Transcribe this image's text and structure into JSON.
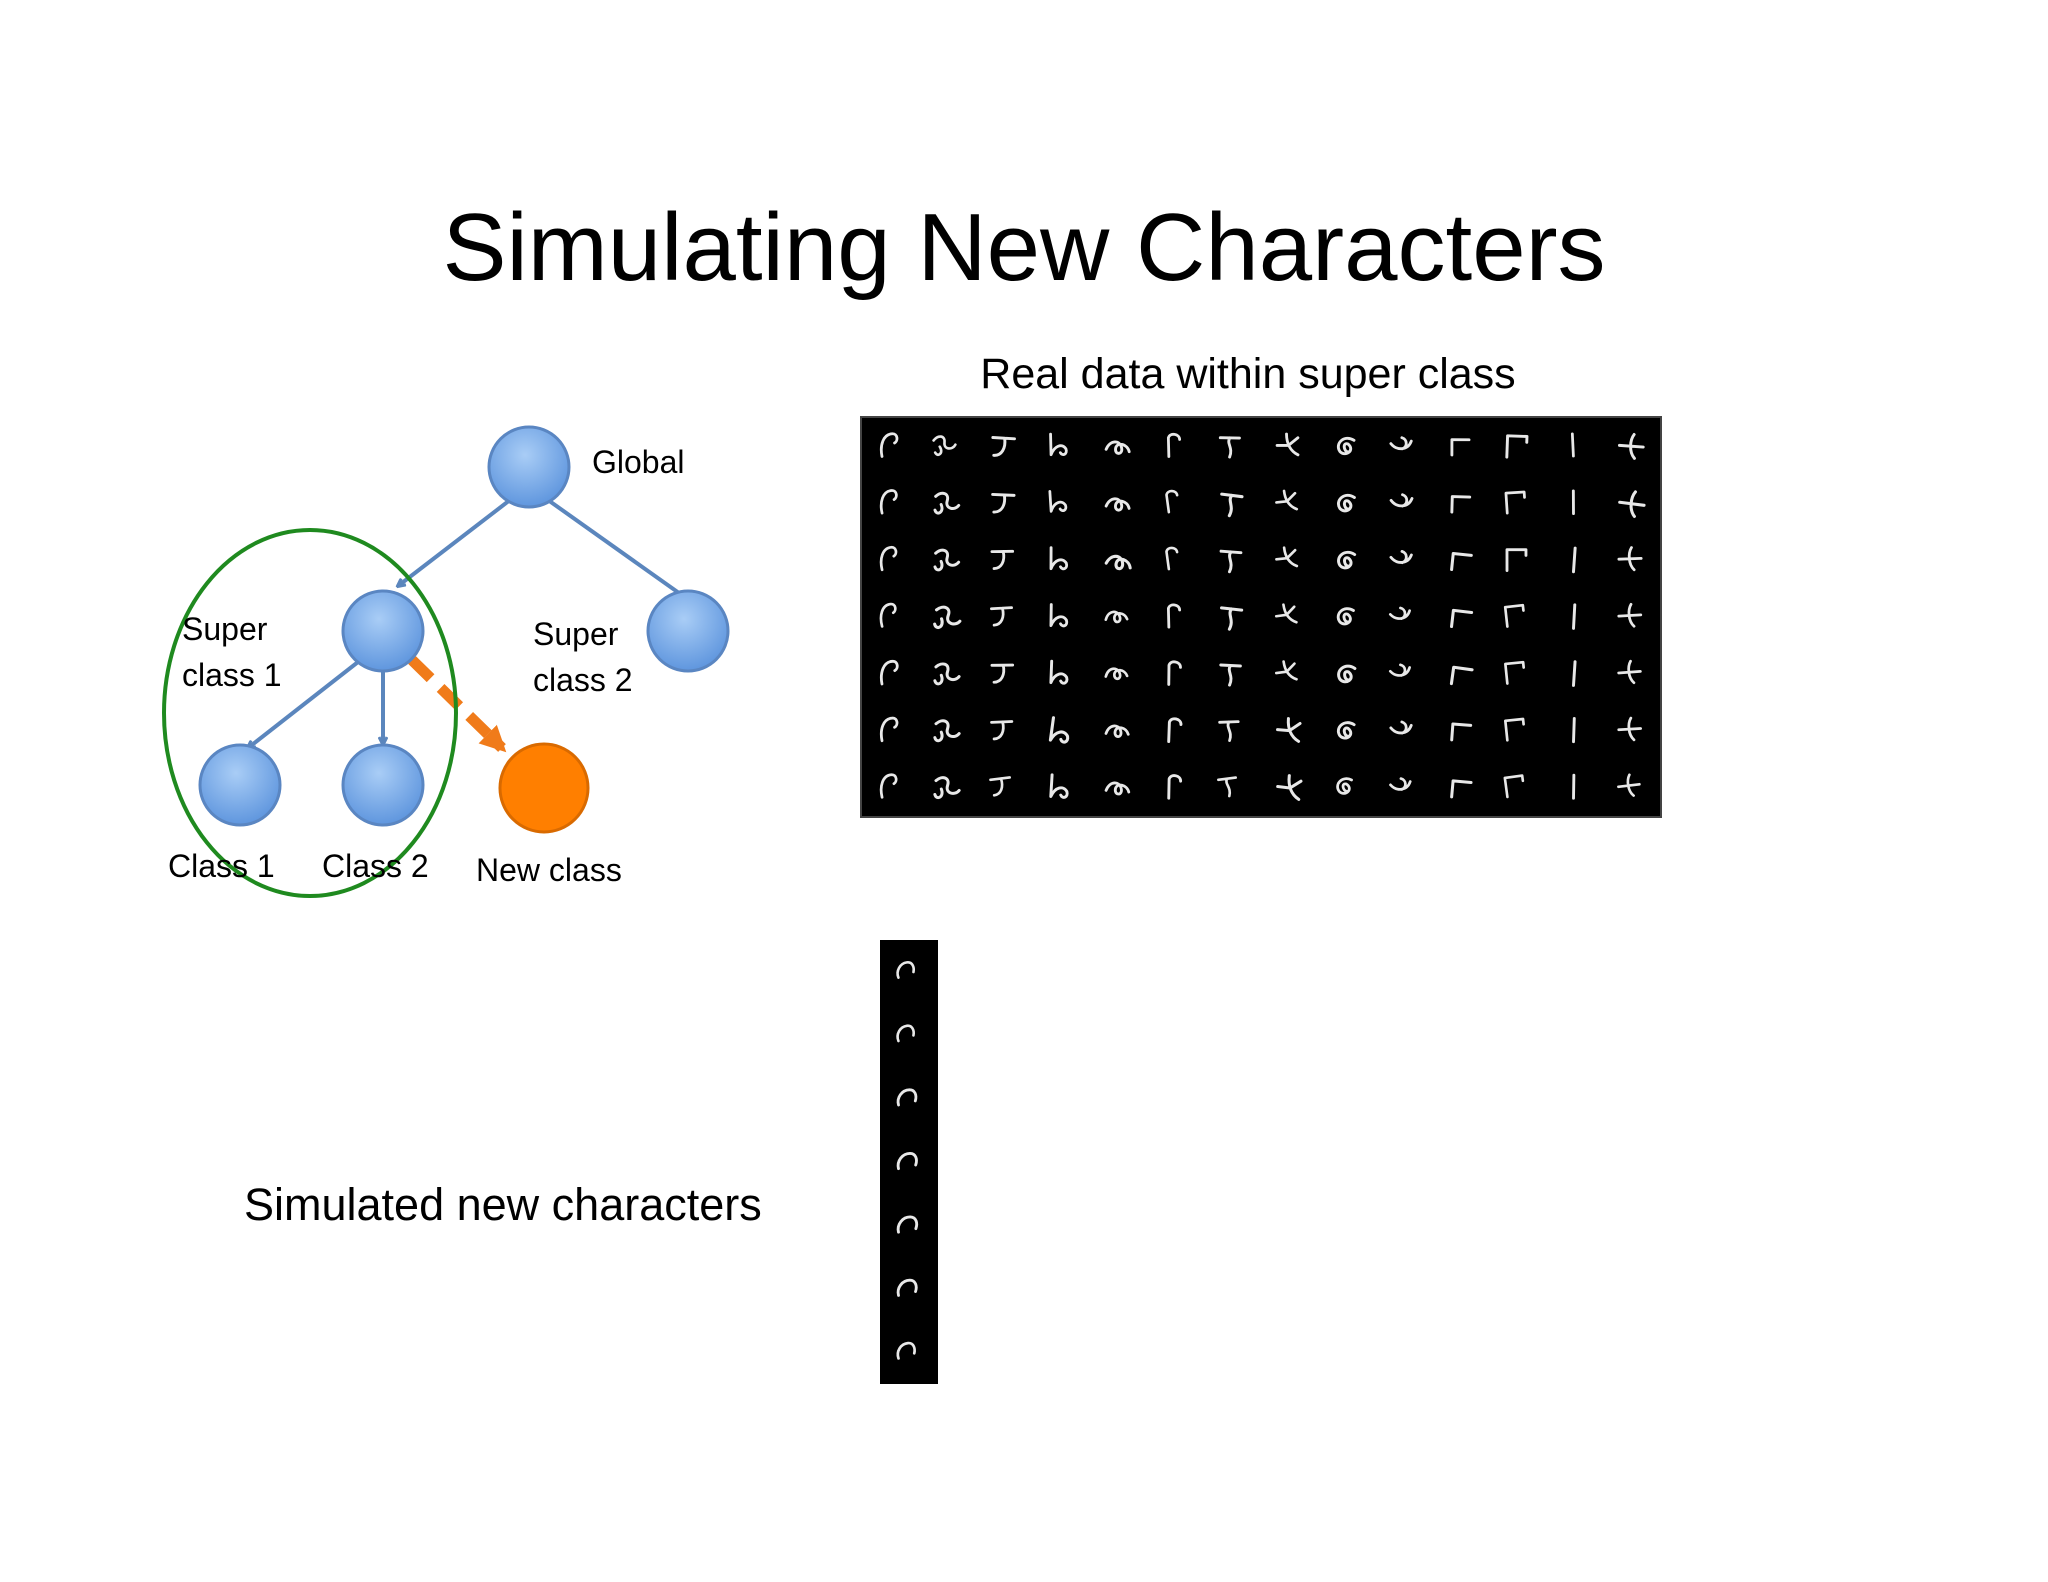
{
  "slide": {
    "title": "Simulating New Characters",
    "real_data_caption": "Real data within super class",
    "simulated_caption": "Simulated new characters"
  },
  "hierarchy": {
    "nodes": {
      "global": "Global",
      "super_class_1": "Super\nclass 1",
      "super_class_2": "Super\nclass 2",
      "class_1": "Class 1",
      "class_2": "Class 2",
      "new_class": "New class"
    },
    "colors": {
      "node_fill": "#6ea2e6",
      "node_edge": "#5a86c2",
      "arrow": "#5b86bd",
      "new_class_fill": "#ff7f00",
      "new_class_arrow": "#f07b1a",
      "super_class_outline": "#1f8a1f"
    }
  },
  "real_data": {
    "rows": 7,
    "columns": 14,
    "background": "#000000",
    "stroke": "#ffffff"
  },
  "simulated": {
    "count": 7,
    "background": "#000000",
    "stroke": "#ffffff"
  }
}
